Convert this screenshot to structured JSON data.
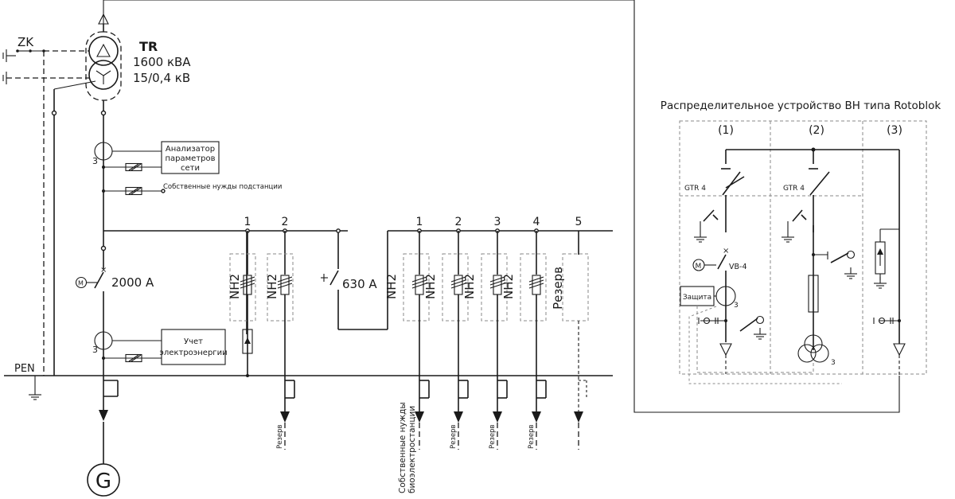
{
  "transformer": {
    "label": "TR",
    "power": "1600 кВА",
    "voltage": "15/0,4 кВ"
  },
  "zk_label": "ZK",
  "pen_label": "PEN",
  "generator_label": "G",
  "main_breaker_rating": "2000 A",
  "coupler_rating": "630 A",
  "ct_count": "3",
  "boxes": {
    "analyzer": [
      "Анализатор",
      "параметров",
      "сети"
    ],
    "metering": [
      "Учет",
      "электроэнергии"
    ]
  },
  "aux_label": "Собственные нужды подстанции",
  "section1": {
    "numbers": [
      "1",
      "2"
    ],
    "fuse_label": "NH2",
    "outputs": [
      "",
      "Резерв"
    ]
  },
  "section2": {
    "numbers": [
      "1",
      "2",
      "3",
      "4",
      "5"
    ],
    "fuse_label": "NH2",
    "reserve_label": "Резерв",
    "outputs": [
      [
        "Собственные нужды",
        "биоэлектростанции"
      ],
      [
        "Резерв"
      ],
      [
        "Резерв"
      ],
      [
        "Резерв"
      ],
      []
    ]
  },
  "hv": {
    "title": "Распределительное устройство ВН типа Rotoblok",
    "cells": [
      "(1)",
      "(2)",
      "(3)"
    ],
    "gtr": "GTR 4",
    "vb": "VB-4",
    "motor": "M",
    "protection": "Защита",
    "ct_count": "3"
  }
}
